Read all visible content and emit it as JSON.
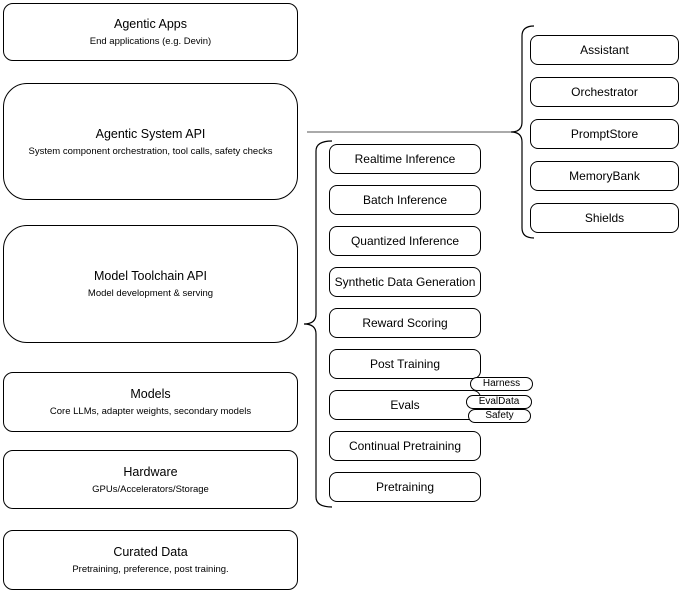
{
  "diagram": {
    "colors": {
      "background": "#ffffff",
      "stroke": "#000000",
      "connector": "#555555"
    },
    "left_stack": [
      {
        "title": "Agentic Apps",
        "subtitle": "End applications (e.g. Devin)"
      },
      {
        "title": "Agentic System API",
        "subtitle": "System component orchestration, tool calls, safety checks"
      },
      {
        "title": "Model Toolchain API",
        "subtitle": "Model development & serving"
      },
      {
        "title": "Models",
        "subtitle": "Core LLMs, adapter weights, secondary models"
      },
      {
        "title": "Hardware",
        "subtitle": "GPUs/Accelerators/Storage"
      },
      {
        "title": "Curated Data",
        "subtitle": "Pretraining, preference, post training."
      }
    ],
    "toolchain_components": [
      "Realtime Inference",
      "Batch Inference",
      "Quantized Inference",
      "Synthetic Data Generation",
      "Reward Scoring",
      "Post Training",
      "Evals",
      "Continual Pretraining",
      "Pretraining"
    ],
    "eval_tags": [
      "Harness",
      "EvalData",
      "Safety"
    ],
    "system_components": [
      "Assistant",
      "Orchestrator",
      "PromptStore",
      "MemoryBank",
      "Shields"
    ]
  }
}
